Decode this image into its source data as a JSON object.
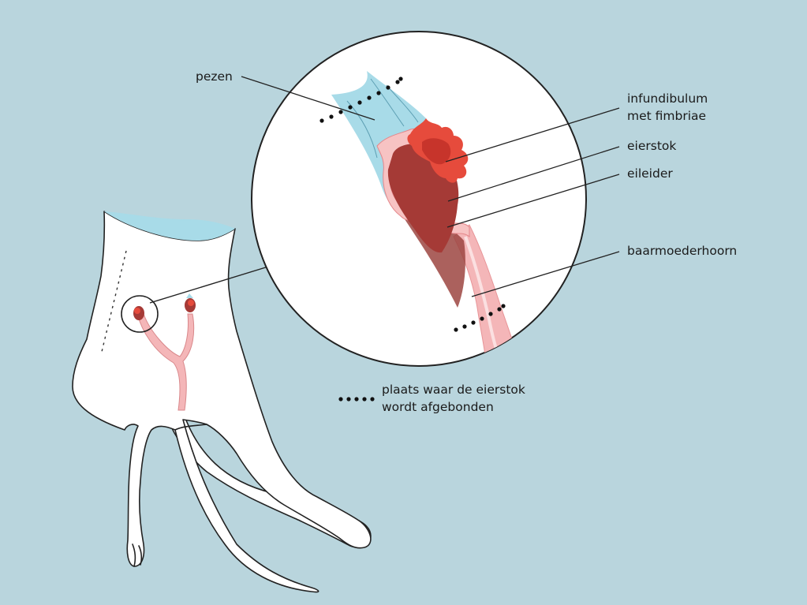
{
  "labels": {
    "tendons": "pezen",
    "infundibulum_line1": "infundibulum",
    "infundibulum_line2": "met fimbriae",
    "ovary": "eierstok",
    "oviduct": "eileider",
    "uterine_horn": "baarmoederhoorn"
  },
  "legend": {
    "line1": "plaats waar de eierstok",
    "line2": "wordt afgebonden"
  },
  "colors": {
    "background": "#b9d5dd",
    "body": "#ffffff",
    "tendon": "#a8dbe8",
    "uterus": "#f4b6b8",
    "ovary": "#a53a36",
    "fimbriae": "#e64b3c"
  }
}
